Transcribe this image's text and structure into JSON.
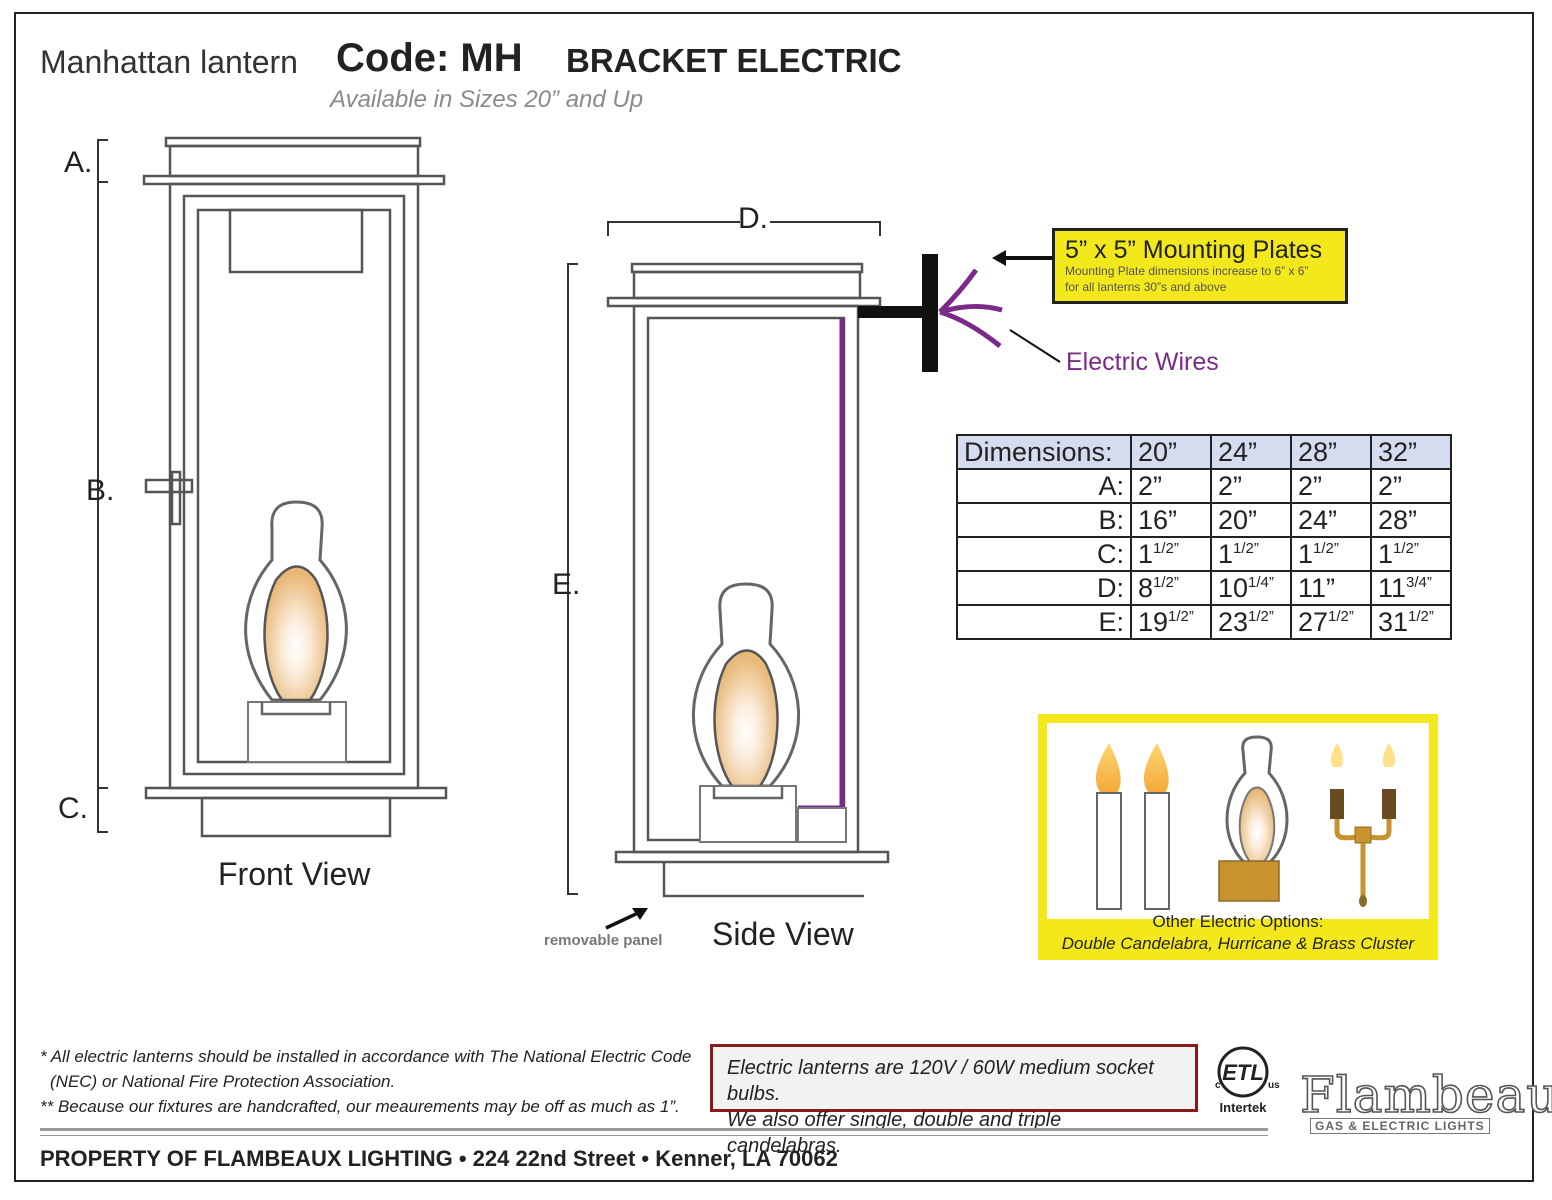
{
  "header": {
    "product_name": "Manhattan lantern",
    "code": "Code: MH",
    "type": "BRACKET ELECTRIC",
    "sizes_note": "Available in Sizes 20” and Up"
  },
  "front_view": {
    "label": "Front View",
    "dim_a": "A.",
    "dim_b": "B.",
    "dim_c": "C."
  },
  "side_view": {
    "label": "Side View",
    "dim_d": "D.",
    "dim_e": "E.",
    "removable_panel": "removable panel"
  },
  "mounting_callout": {
    "title": "5” x 5” Mounting Plates",
    "detail_line1": "Mounting Plate dimensions increase to 6” x 6”",
    "detail_line2": "for all lanterns 30”s and above"
  },
  "wires_label": "Electric Wires",
  "dimensions_table": {
    "header": [
      "Dimensions:",
      "20”",
      "24”",
      "28”",
      "32”"
    ],
    "rows": [
      {
        "label": "A:",
        "cells": [
          {
            "base": "2”",
            "sup": ""
          },
          {
            "base": "2”",
            "sup": ""
          },
          {
            "base": "2”",
            "sup": ""
          },
          {
            "base": "2”",
            "sup": ""
          }
        ]
      },
      {
        "label": "B:",
        "cells": [
          {
            "base": "16”",
            "sup": ""
          },
          {
            "base": "20”",
            "sup": ""
          },
          {
            "base": "24”",
            "sup": ""
          },
          {
            "base": "28”",
            "sup": ""
          }
        ]
      },
      {
        "label": "C:",
        "cells": [
          {
            "base": "1",
            "sup": "1/2”"
          },
          {
            "base": "1",
            "sup": "1/2”"
          },
          {
            "base": "1",
            "sup": "1/2”"
          },
          {
            "base": "1",
            "sup": "1/2”"
          }
        ]
      },
      {
        "label": "D:",
        "cells": [
          {
            "base": "8",
            "sup": "1/2”"
          },
          {
            "base": "10",
            "sup": "1/4”"
          },
          {
            "base": "11”",
            "sup": ""
          },
          {
            "base": "11",
            "sup": "3/4”"
          }
        ]
      },
      {
        "label": "E:",
        "cells": [
          {
            "base": "19",
            "sup": "1/2”"
          },
          {
            "base": "23",
            "sup": "1/2”"
          },
          {
            "base": "27",
            "sup": "1/2”"
          },
          {
            "base": "31",
            "sup": "1/2”"
          }
        ]
      }
    ]
  },
  "options": {
    "caption_line1": "Other Electric Options:",
    "caption_line2": "Double Candelabra, Hurricane & Brass Cluster"
  },
  "notes": {
    "line1": "* All electric lanterns should be installed in accordance with The National Electric Code",
    "line2": "(NEC) or National Fire Protection Association.",
    "line3": "** Because our fixtures are handcrafted, our meaurements may be off as much as 1”."
  },
  "bulb_box": {
    "line1": "Electric lanterns are 120V / 60W medium socket bulbs.",
    "line2": "We also offer single, double and triple candelabras."
  },
  "certification": {
    "mark": "ETL",
    "c": "c",
    "us": "us",
    "name": "Intertek"
  },
  "brand": {
    "name": "Flambeaux",
    "tagline": "GAS & ELECTRIC LIGHTS"
  },
  "footer": "PROPERTY OF FLAMBEAUX LIGHTING • 224 22nd Street • Kenner, LA 70062",
  "colors": {
    "callout_yellow": "#f2e81b",
    "wire_purple": "#7b2a8a",
    "table_header": "#d6dcf0",
    "note_border": "#8b1a1a"
  }
}
